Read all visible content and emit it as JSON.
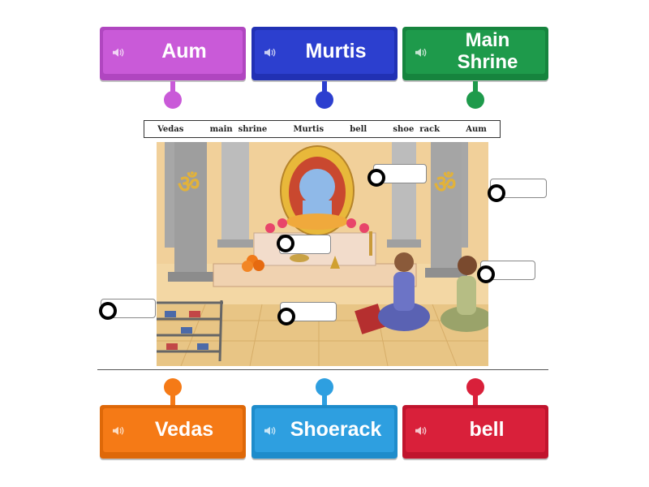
{
  "word_strip": [
    "Vedas",
    "main  shrine",
    "Murtis",
    "bell",
    "shoe  rack",
    "Aum"
  ],
  "top_tiles": [
    {
      "label": "Aum",
      "color": "#c95ad8",
      "dark": "#b046c0"
    },
    {
      "label": "Murtis",
      "color": "#2c3fcf",
      "dark": "#2131b4"
    },
    {
      "label": "Main Shrine",
      "color": "#1e9a4b",
      "dark": "#16843e"
    }
  ],
  "bottom_tiles": [
    {
      "label": "Vedas",
      "color": "#f57a16",
      "dark": "#de6808"
    },
    {
      "label": "Shoerack",
      "color": "#2e9fe0",
      "dark": "#1e8ccb"
    },
    {
      "label": "bell",
      "color": "#d9203a",
      "dark": "#c0142d"
    }
  ],
  "icons": {
    "speaker": "speaker-icon",
    "drop_target": "ring-icon"
  }
}
